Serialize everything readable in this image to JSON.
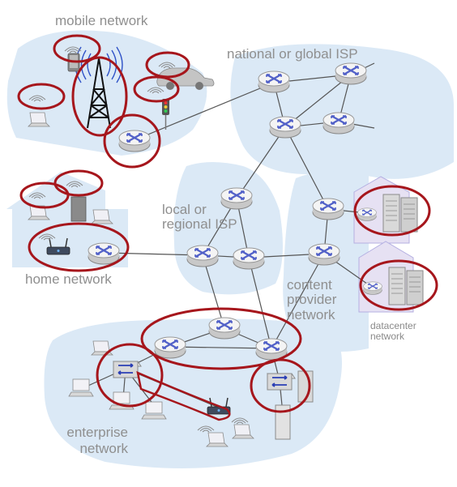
{
  "labels": {
    "mobile": "mobile network",
    "national": "national or global ISP",
    "local": "local or regional ISP",
    "home": "home network",
    "content": "content provider network",
    "datacenter": "datacenter network",
    "enterprise": "enterprise network"
  },
  "colors": {
    "region_fill": "#dbe9f6",
    "highlight_ring": "#a6161c",
    "router_top": "#f4f4f4",
    "router_side": "#c8c8c8",
    "router_arrows": "#5160c8",
    "link": "#555555",
    "label": "#8f8f8f"
  },
  "icons": [
    "router-icon",
    "cell-tower-icon",
    "switch-icon",
    "wifi-access-point-icon",
    "server-rack-icon",
    "laptop-icon",
    "desktop-icon",
    "smartphone-icon",
    "car-icon",
    "traffic-light-icon",
    "wireless-signal-icon"
  ]
}
